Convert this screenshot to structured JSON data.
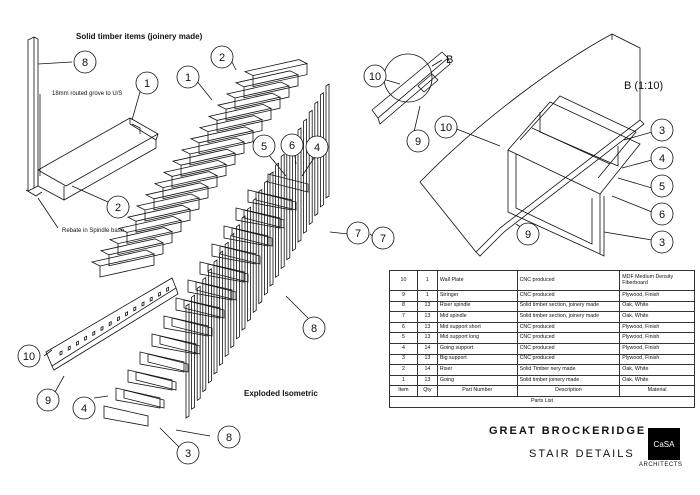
{
  "labels": {
    "solid_timber_title": "Solid timber items (joinery made)",
    "groove_note": "18mm routed grove to U/S",
    "rebate_note": "Rebate in Spindle base",
    "exploded_title": "Exploded Isometric",
    "detail_ref": "B",
    "detail_title": "B (1:10)"
  },
  "callouts": {
    "c1": "1",
    "c2": "2",
    "c3": "3",
    "c4": "4",
    "c5": "5",
    "c6": "6",
    "c7": "7",
    "c8": "8",
    "c9": "9",
    "c10": "10"
  },
  "parts_list": {
    "rows": [
      {
        "item": "10",
        "qty": "1",
        "part": "Wall Plate",
        "desc": "CNC produced",
        "material": "MDF Medium Density Fiberboard"
      },
      {
        "item": "9",
        "qty": "1",
        "part": "Stringer",
        "desc": "CNC produced",
        "material": "Plywood, Finish"
      },
      {
        "item": "8",
        "qty": "13",
        "part": "Riser spindle",
        "desc": "Solid timber section, joinery made",
        "material": "Oak, White"
      },
      {
        "item": "7",
        "qty": "13",
        "part": "Mid spindle",
        "desc": "Solid timber section, joinery made",
        "material": "Oak, White"
      },
      {
        "item": "6",
        "qty": "13",
        "part": "Mid support short",
        "desc": "CNC produced",
        "material": "Plywood, Finish"
      },
      {
        "item": "5",
        "qty": "13",
        "part": "Mid support long",
        "desc": "CNC produced",
        "material": "Plywood, Finish"
      },
      {
        "item": "4",
        "qty": "14",
        "part": "Going support",
        "desc": "CNC produced",
        "material": "Plywood, Finish"
      },
      {
        "item": "3",
        "qty": "13",
        "part": "Big support",
        "desc": "CNC produced",
        "material": "Plywood, Finish"
      },
      {
        "item": "2",
        "qty": "14",
        "part": "Riser",
        "desc": "Solid Timber nery made",
        "material": "Oak, White"
      },
      {
        "item": "1",
        "qty": "13",
        "part": "Going",
        "desc": "Solid timber joinery made",
        "material": "Oak, White"
      }
    ],
    "headers": {
      "item": "Item",
      "qty": "Qty",
      "part": "Part Number",
      "desc": "Description",
      "material": "Material"
    },
    "caption": "Parts List"
  },
  "title_block": {
    "project": "GREAT BROCKERIDGE",
    "sheet": "STAIR DETAILS",
    "logo": "CaSA",
    "logo_sub": "ARCHITECTS"
  },
  "colors": {
    "line": "#111111",
    "background": "#ffffff"
  }
}
